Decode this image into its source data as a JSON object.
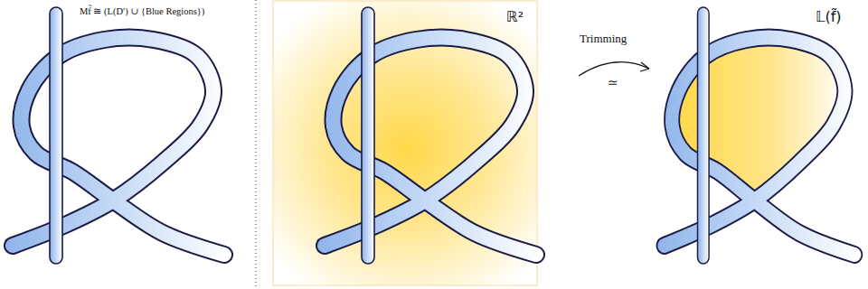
{
  "diagram": {
    "labels": [
      "Mf̃ ≅ (L(D′) ∪ {Blue Regions})",
      "ℝ²",
      "Trimming",
      "≃",
      "𝕃(f̃)"
    ]
  }
}
